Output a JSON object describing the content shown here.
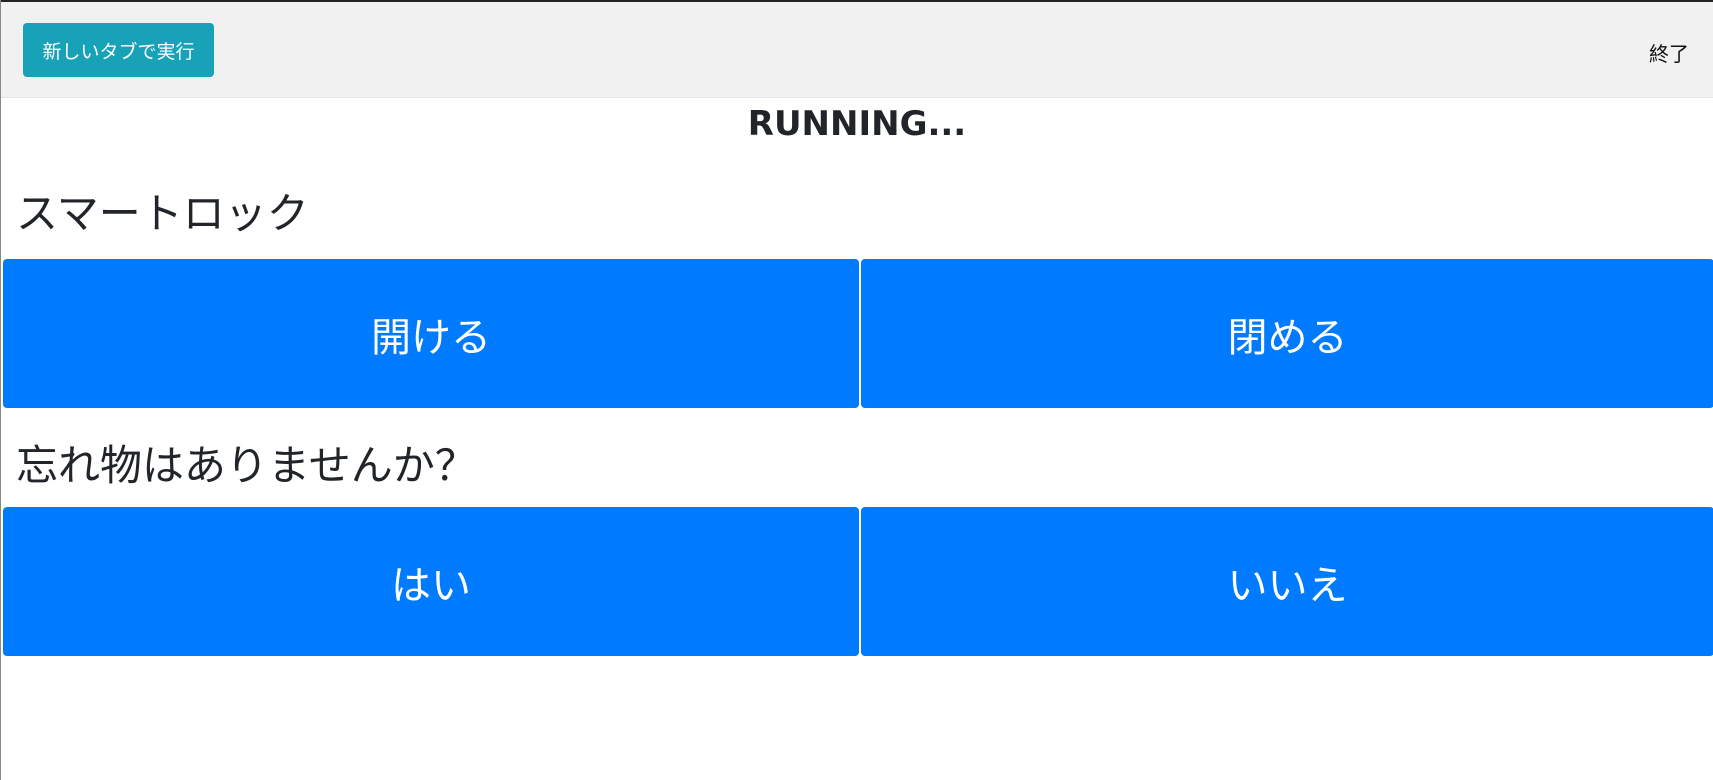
{
  "header": {
    "run_new_tab": "新しいタブで実行",
    "quit": "終了"
  },
  "status": "RUNNING...",
  "sections": [
    {
      "label": "スマートロック",
      "buttons": [
        "開ける",
        "閉める"
      ]
    },
    {
      "label": "忘れ物はありませんか？",
      "buttons": [
        "はい",
        "いいえ"
      ]
    }
  ],
  "colors": {
    "primary": "#007bff",
    "info": "#17a2b8"
  }
}
